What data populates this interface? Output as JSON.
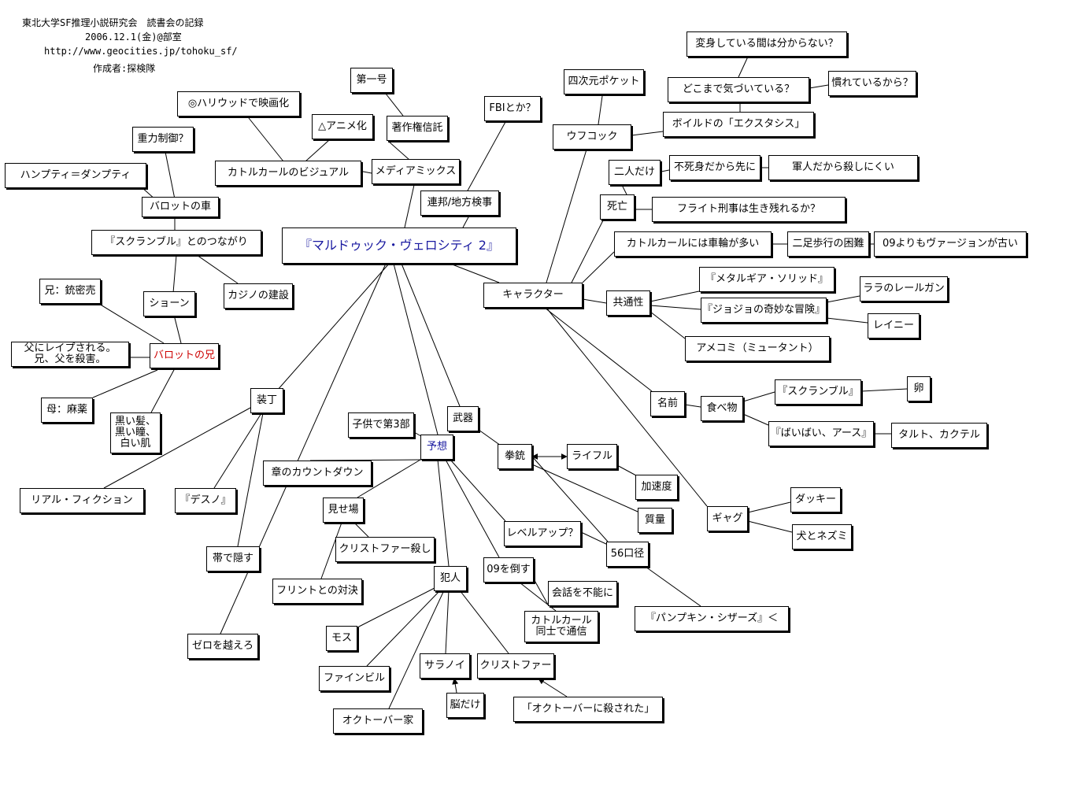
{
  "header": {
    "club": "東北大学SF推理小説研究会　読書会の記録",
    "date": "2006.12.1(金)@部室",
    "url": "http://www.geocities.jp/tohoku_sf/",
    "author": "作成者:探検隊"
  },
  "nodes": {
    "center": "『マルドゥック・ヴェロシティ 2』",
    "media_mix": "メディアミックス",
    "copyright": "著作権信託",
    "first_issue": "第一号",
    "fbi": "FBIとか？",
    "federal": "連邦/地方検事",
    "katoru_visual": "カトルカールのビジュアル",
    "hollywood": "◎ハリウッドで映画化",
    "anime": "△アニメ化",
    "gravity": "重力制御？",
    "humpty": "ハンプティ＝ダンプティ",
    "balot_car": "バロットの車",
    "scramble_link": "『スクランブル』とのつながり",
    "casino": "カジノの建設",
    "shawn": "ショーン",
    "brother_gun": "兄：銃密売",
    "raped": "父にレイプされる。\n兄、父を殺害。",
    "balot_brother": "バロットの兄",
    "mother": "母：麻薬",
    "black_hair": "黒い髪、\n黒い瞳、\n白い肌",
    "binding": "装丁",
    "real_fiction": "リアル・フィクション",
    "deathnote": "『デスノ』",
    "obi": "帯で隠す",
    "zero": "ゼロを越えろ",
    "countdown": "章のカウントダウン",
    "child_part3": "子供で第3部",
    "prediction": "予想",
    "weapon": "武器",
    "pistol": "拳銃",
    "rifle": "ライフル",
    "accel": "加速度",
    "mass": "質量",
    "caliber": "56口径",
    "pumpkin": "『パンプキン・シザーズ』＜",
    "level_up": "レベルアップ？",
    "highlight": "見せ場",
    "christopher_kill": "クリストファー殺し",
    "flint": "フリントとの対決",
    "beat09": "09を倒す",
    "no_talk": "会話を不能に",
    "katoru_comm": "カトルカール\n同士で通信",
    "culprit": "犯人",
    "moss": "モス",
    "finebill": "ファインビル",
    "october_family": "オクトーバー家",
    "saranoi": "サラノイ",
    "brain_only": "脳だけ",
    "christopher": "クリストファー",
    "killed_october": "「オクトーバーに殺された」",
    "character": "キャラクター",
    "fourd_pocket": "四次元ポケット",
    "wofcock": "ウフコック",
    "unknown_transform": "変身している間は分からない？",
    "how_aware": "どこまで気づいている？",
    "used_to": "慣れているから？",
    "boiled": "ボイルドの「エクスタシス」",
    "two_only": "二人だけ",
    "immortal": "不死身だから先に",
    "soldier": "軍人だから殺しにくい",
    "death": "死亡",
    "flight": "フライト刑事は生き残れるか？",
    "wheels": "カトルカールには車輪が多い",
    "biped": "二足歩行の困難",
    "old_version": "09よりもヴァージョンが古い",
    "common": "共通性",
    "mgs": "『メタルギア・ソリッド』",
    "jojo": "『ジョジョの奇妙な冒険』",
    "railgun": "ララのレールガン",
    "rainy": "レイニー",
    "amecomi": "アメコミ（ミュータント）",
    "name": "名前",
    "food": "食べ物",
    "scramble_food": "『スクランブル』",
    "egg": "卵",
    "baibai": "『ばいばい、アース』",
    "tart": "タルト、カクテル",
    "gag": "ギャグ",
    "duckie": "ダッキー",
    "dog_mouse": "犬とネズミ"
  },
  "colors": {
    "center_text": "#1a1aa0",
    "prediction_text": "#1a1aa0",
    "balot_brother_text": "#cc0000",
    "line": "#000000",
    "background": "#ffffff"
  }
}
